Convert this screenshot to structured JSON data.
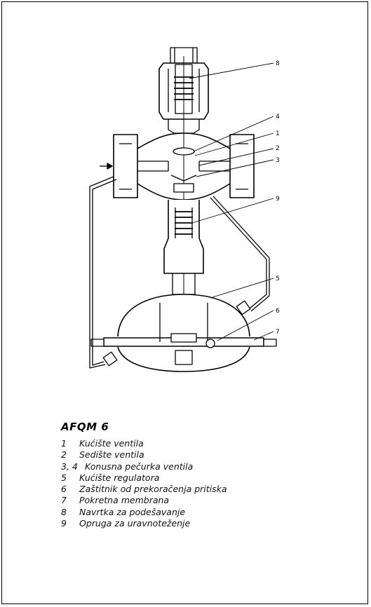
{
  "figure": {
    "title": "AFQM 6",
    "callouts": [
      "8",
      "4",
      "1",
      "2",
      "3",
      "9",
      "5",
      "6",
      "7"
    ],
    "legend": [
      {
        "num": "1",
        "text": "Kućište ventila"
      },
      {
        "num": "2",
        "text": "Sedište ventila"
      },
      {
        "num": "3, 4",
        "text": "Konusna pečurka ventila"
      },
      {
        "num": "5",
        "text": "Kućište regulatora"
      },
      {
        "num": "6",
        "text": "Zaštitnik od prekoračenja pritiska"
      },
      {
        "num": "7",
        "text": "Pokretna membrana"
      },
      {
        "num": "8",
        "text": "Navrtka za podešavanje"
      },
      {
        "num": "9",
        "text": "Opruga za uravnoteženje"
      }
    ]
  }
}
